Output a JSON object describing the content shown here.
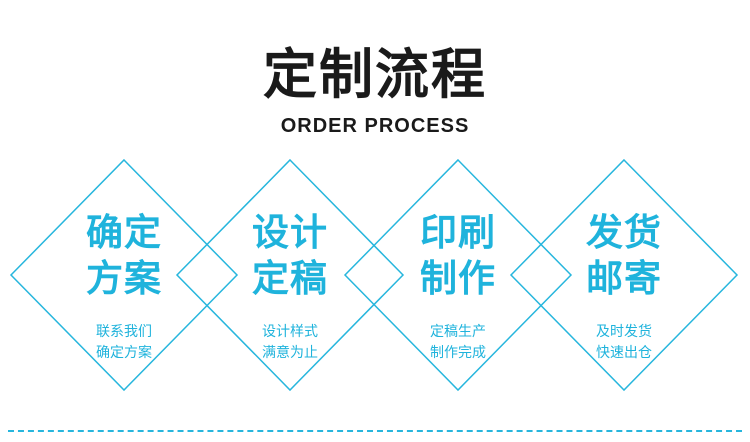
{
  "title": "定制流程",
  "subtitle": "ORDER PROCESS",
  "accent_color": "#1fb3dc",
  "steps": [
    {
      "line1": "确定",
      "line2": "方案",
      "desc1": "联系我们",
      "desc2": "确定方案"
    },
    {
      "line1": "设计",
      "line2": "定稿",
      "desc1": "设计样式",
      "desc2": "满意为止"
    },
    {
      "line1": "印刷",
      "line2": "制作",
      "desc1": "定稿生产",
      "desc2": "制作完成"
    },
    {
      "line1": "发货",
      "line2": "邮寄",
      "desc1": "及时发货",
      "desc2": "快速出仓"
    }
  ]
}
